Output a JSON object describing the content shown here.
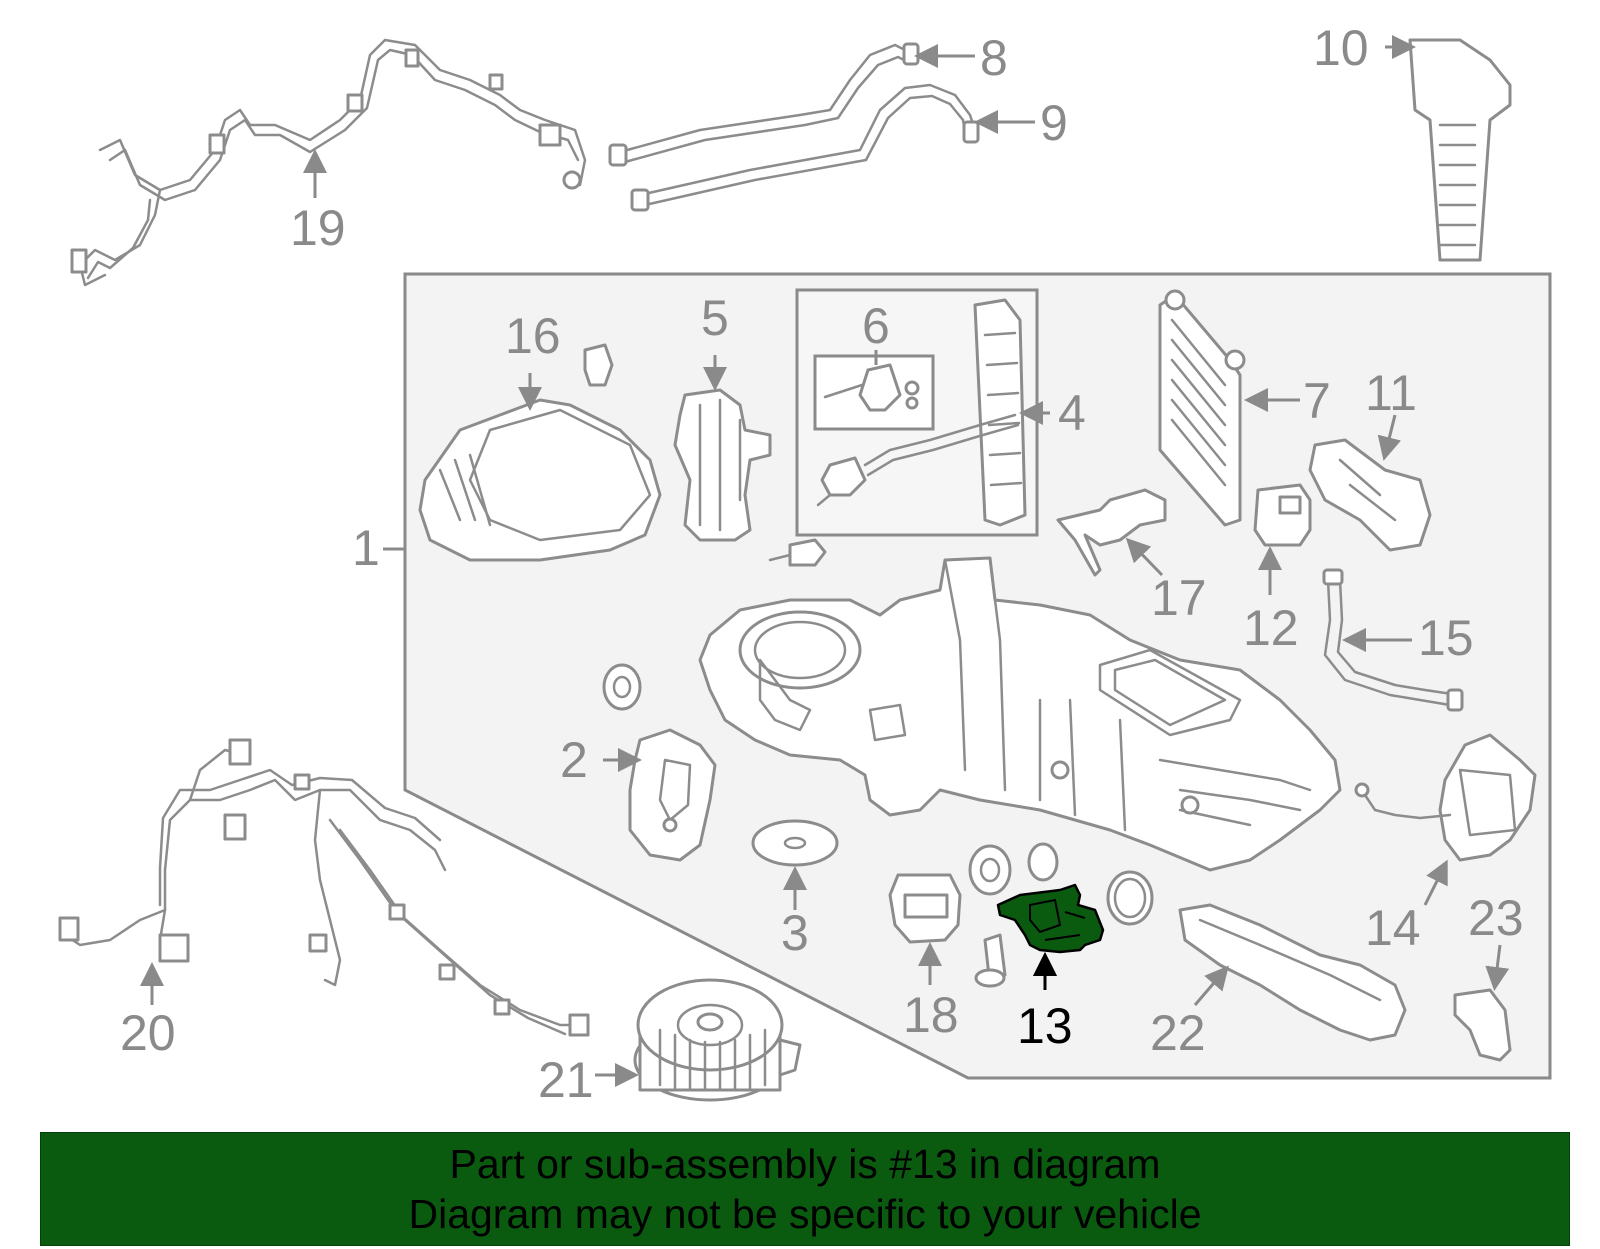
{
  "highlight_color": "#0a5a10",
  "callouts": {
    "c1": "1",
    "c2": "2",
    "c3": "3",
    "c4": "4",
    "c5": "5",
    "c6": "6",
    "c7": "7",
    "c8": "8",
    "c9": "9",
    "c10": "10",
    "c11": "11",
    "c12": "12",
    "c13": "13",
    "c14": "14",
    "c15": "15",
    "c16": "16",
    "c17": "17",
    "c18": "18",
    "c19": "19",
    "c20": "20",
    "c21": "21",
    "c22": "22",
    "c23": "23"
  },
  "highlighted_part": "13",
  "banner": {
    "line1": "Part or sub-assembly is #13 in diagram",
    "line2": "Diagram may not be specific to your vehicle"
  }
}
